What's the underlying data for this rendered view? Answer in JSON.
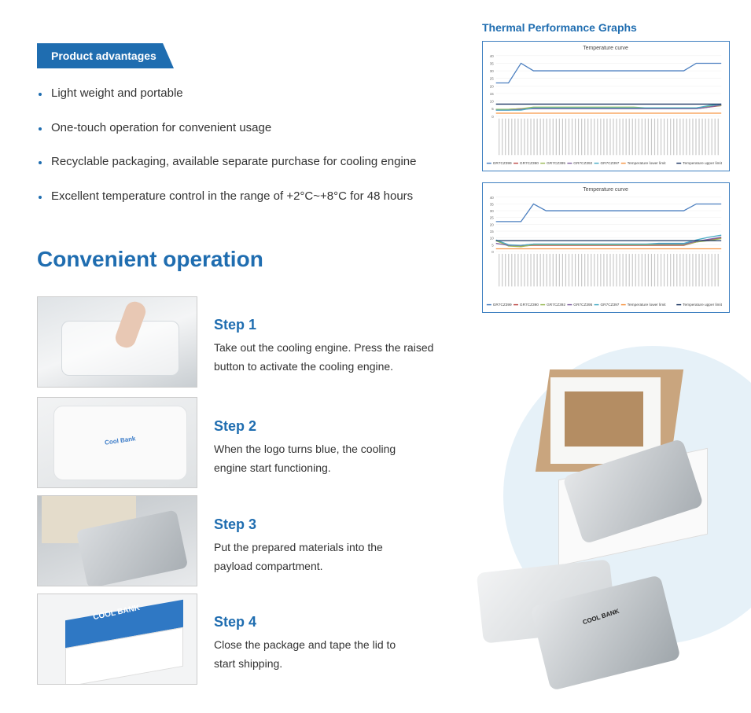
{
  "advantages": {
    "tag": "Product advantages",
    "items": [
      "Light weight and portable",
      "One-touch operation for convenient usage",
      "Recyclable packaging, available separate purchase for cooling engine",
      "Excellent temperature control in the range of +2°C~+8°C for 48 hours"
    ]
  },
  "operation": {
    "title": "Convenient operation",
    "steps": [
      {
        "title": "Step 1",
        "text": "Take out the cooling engine. Press the raised button to activate the cooling engine."
      },
      {
        "title": "Step 2",
        "text": "When the logo turns blue, the cooling engine start functioning."
      },
      {
        "title": "Step 3",
        "text": "Put the prepared materials into the payload compartment."
      },
      {
        "title": "Step 4",
        "text": "Close the package and tape the lid to start shipping."
      }
    ]
  },
  "graphs_title": "Thermal Performance Graphs",
  "product_labels": {
    "box": "COOL BANK",
    "pack": "COOL BANK",
    "step2_logo": "Cool Bank"
  },
  "chart_data": [
    {
      "type": "line",
      "title": "Temperature curve",
      "ylim": [
        0,
        40
      ],
      "yticks": [
        "0",
        "5",
        "10",
        "15",
        "20",
        "25",
        "30",
        "35",
        "40"
      ],
      "series": [
        {
          "name": "GR7CZ399",
          "color": "#4a7ebf",
          "values": [
            22,
            22,
            35,
            30,
            30,
            30,
            30,
            30,
            30,
            30,
            30,
            30,
            30,
            30,
            30,
            30,
            35,
            35,
            35
          ]
        },
        {
          "name": "GR7CZ390",
          "color": "#c0504d",
          "values": [
            4.5,
            4.5,
            5,
            5,
            5,
            5,
            5,
            5,
            5,
            5,
            5,
            5,
            5,
            5,
            5,
            5,
            5,
            6,
            7
          ]
        },
        {
          "name": "GR7CZ395",
          "color": "#9bbb59",
          "values": [
            4.5,
            4.5,
            5,
            6,
            6,
            6,
            6,
            6,
            6,
            6,
            6,
            6,
            5.5,
            5.5,
            5.5,
            5.5,
            5.5,
            6.5,
            7
          ]
        },
        {
          "name": "GR7CZ392",
          "color": "#8064a2",
          "values": [
            4,
            4,
            4.5,
            5,
            5,
            5,
            5,
            5,
            5,
            5,
            5,
            5,
            5,
            5,
            5,
            5,
            5,
            6,
            7.5
          ]
        },
        {
          "name": "GR7CZ397",
          "color": "#4bacc6",
          "values": [
            4,
            4,
            4,
            5.5,
            5.5,
            5.5,
            5.5,
            5.5,
            5.5,
            5.5,
            5.5,
            5.5,
            5.5,
            5.5,
            5.5,
            5.5,
            5.5,
            7,
            8
          ]
        },
        {
          "name": "Temperature lower limit",
          "color": "#f79646",
          "values": [
            2,
            2,
            2,
            2,
            2,
            2,
            2,
            2,
            2,
            2,
            2,
            2,
            2,
            2,
            2,
            2,
            2,
            2,
            2
          ]
        },
        {
          "name": "Temperature upper limit",
          "color": "#1f3864",
          "values": [
            8,
            8,
            8,
            8,
            8,
            8,
            8,
            8,
            8,
            8,
            8,
            8,
            8,
            8,
            8,
            8,
            8,
            8,
            8
          ]
        }
      ]
    },
    {
      "type": "line",
      "title": "Temperature curve",
      "ylim": [
        0,
        40
      ],
      "yticks": [
        "0",
        "5",
        "10",
        "15",
        "20",
        "25",
        "30",
        "35",
        "40"
      ],
      "series": [
        {
          "name": "GR7CZ399",
          "color": "#4a7ebf",
          "values": [
            22,
            22,
            22,
            35,
            30,
            30,
            30,
            30,
            30,
            30,
            30,
            30,
            30,
            30,
            30,
            30,
            35,
            35,
            35
          ]
        },
        {
          "name": "GR7CZ390",
          "color": "#c0504d",
          "values": [
            8,
            5,
            4,
            4.5,
            4.5,
            4.5,
            4.5,
            4.5,
            4.5,
            4.5,
            4.5,
            4.5,
            4.5,
            4.5,
            4.5,
            4.5,
            7,
            8.5,
            10
          ]
        },
        {
          "name": "GR7CZ392",
          "color": "#9bbb59",
          "values": [
            8,
            4,
            3.5,
            5,
            5,
            5,
            5,
            5,
            5,
            5,
            5,
            5,
            5,
            5,
            5,
            5,
            7,
            8,
            9.5
          ]
        },
        {
          "name": "GR7CZ395",
          "color": "#8064a2",
          "values": [
            6,
            4.5,
            4.5,
            5.5,
            5.5,
            5.5,
            5.5,
            5.5,
            5.5,
            5.5,
            5.5,
            5.5,
            5.5,
            5.5,
            5.5,
            5.5,
            7.5,
            9,
            10.5
          ]
        },
        {
          "name": "GR7CZ397",
          "color": "#4bacc6",
          "values": [
            8.5,
            5,
            4.5,
            5.5,
            5.5,
            5.5,
            5.5,
            5.5,
            5.5,
            5.5,
            5.5,
            5.5,
            5.5,
            6,
            6,
            6,
            8.5,
            10.5,
            12
          ]
        },
        {
          "name": "Temperature lower limit",
          "color": "#f79646",
          "values": [
            2,
            2,
            2,
            2,
            2,
            2,
            2,
            2,
            2,
            2,
            2,
            2,
            2,
            2,
            2,
            2,
            2,
            2,
            2
          ]
        },
        {
          "name": "Temperature upper limit",
          "color": "#1f3864",
          "values": [
            8,
            8,
            8,
            8,
            8,
            8,
            8,
            8,
            8,
            8,
            8,
            8,
            8,
            8,
            8,
            8,
            8,
            8,
            8
          ]
        }
      ]
    }
  ]
}
